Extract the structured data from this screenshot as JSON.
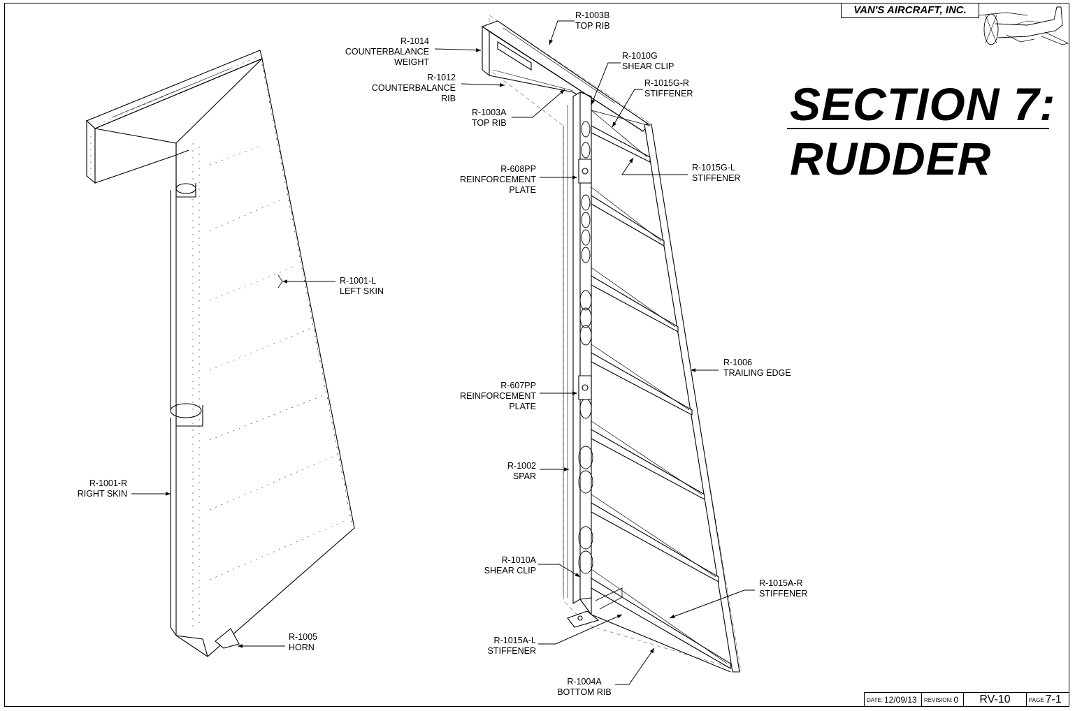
{
  "company": "VAN'S AIRCRAFT, INC.",
  "title": {
    "line1": "SECTION 7:",
    "line2": "RUDDER"
  },
  "labels": {
    "r1003b": [
      "R-1003B",
      "TOP RIB"
    ],
    "r1014": [
      "R-1014",
      "COUNTERBALANCE",
      "WEIGHT"
    ],
    "r1012": [
      "R-1012",
      "COUNTERBALANCE",
      "RIB"
    ],
    "r1003a": [
      "R-1003A",
      "TOP RIB"
    ],
    "r1010g": [
      "R-1010G",
      "SHEAR CLIP"
    ],
    "r1015gr": [
      "R-1015G-R",
      "STIFFENER"
    ],
    "r1015gl": [
      "R-1015G-L",
      "STIFFENER"
    ],
    "r608pp": [
      "R-608PP",
      "REINFORCEMENT",
      "PLATE"
    ],
    "r1001l": [
      "R-1001-L",
      "LEFT SKIN"
    ],
    "r1006": [
      "R-1006",
      "TRAILING EDGE"
    ],
    "r607pp": [
      "R-607PP",
      "REINFORCEMENT",
      "PLATE"
    ],
    "r1002": [
      "R-1002",
      "SPAR"
    ],
    "r1001r": [
      "R-1001-R",
      "RIGHT SKIN"
    ],
    "r1010a": [
      "R-1010A",
      "SHEAR CLIP"
    ],
    "r1015ar": [
      "R-1015A-R",
      "STIFFENER"
    ],
    "r1005": [
      "R-1005",
      "HORN"
    ],
    "r1015al": [
      "R-1015A-L",
      "STIFFENER"
    ],
    "r1004a": [
      "R-1004A",
      "BOTTOM RIB"
    ]
  },
  "titleblock": {
    "date_label": "DATE:",
    "date": "12/09/13",
    "revision_label": "REVISION:",
    "revision": "0",
    "model": "RV-10",
    "page_label": "PAGE",
    "page": "7-1"
  }
}
